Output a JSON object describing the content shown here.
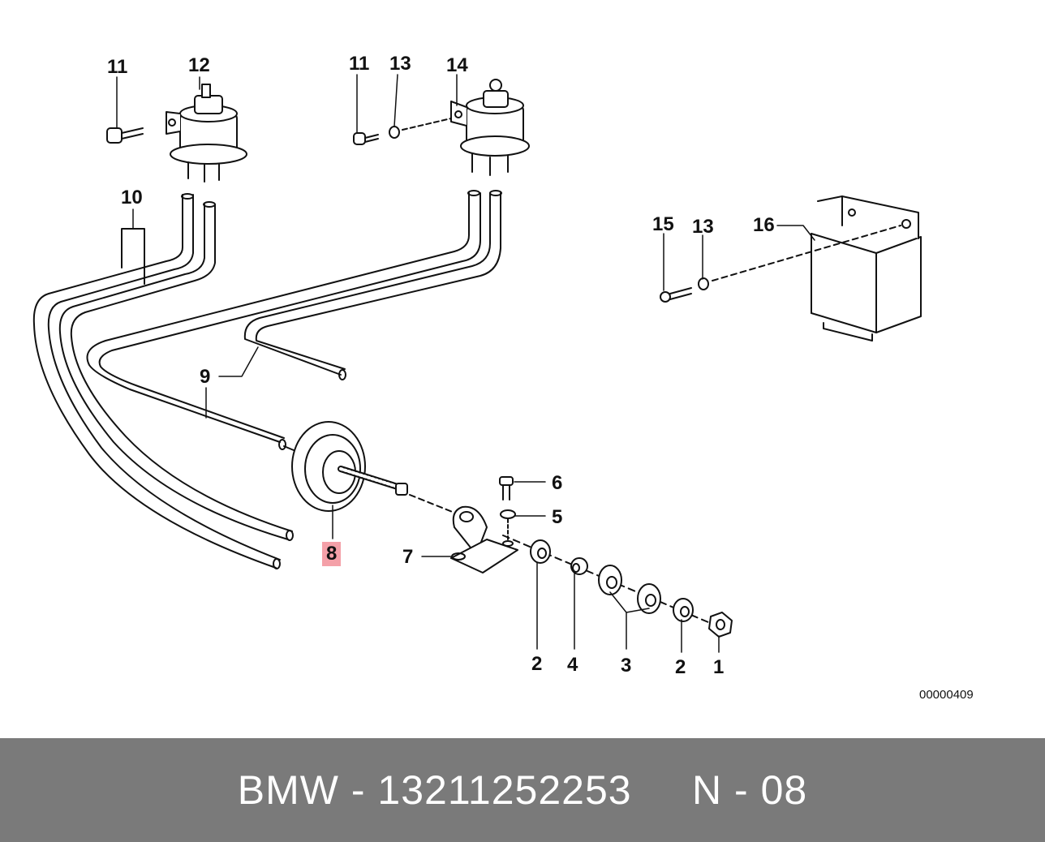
{
  "diagram": {
    "callouts": [
      "11",
      "12",
      "11",
      "13",
      "14",
      "10",
      "15",
      "13",
      "16",
      "9",
      "6",
      "5",
      "8",
      "7",
      "2",
      "4",
      "3",
      "2",
      "1"
    ],
    "code": "00000409",
    "highlight_color": "#f4a0a8"
  },
  "footer": {
    "text": "BMW - 13211252253     N - 08",
    "background": "#7a7a7a"
  }
}
